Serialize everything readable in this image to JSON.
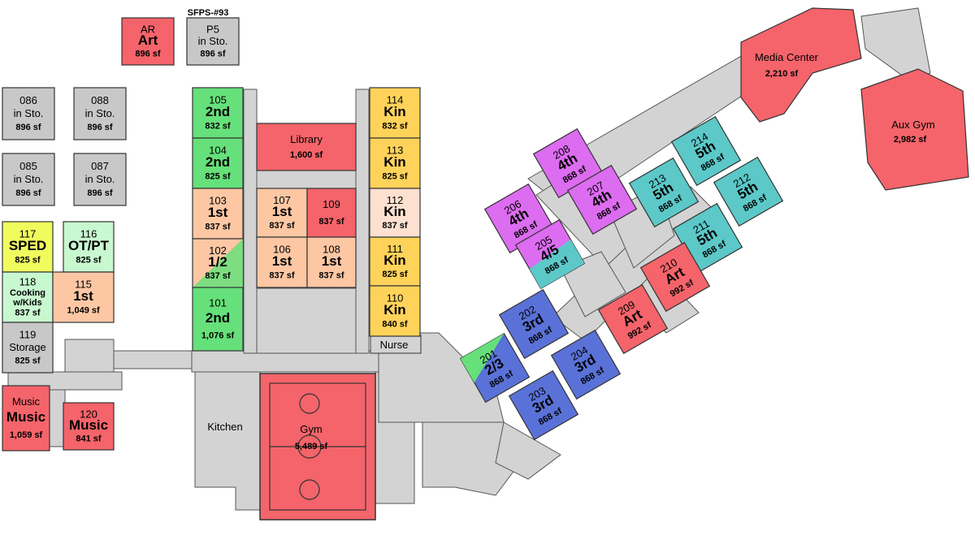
{
  "colors": {
    "red": "#f4646a",
    "gray": "#c8c8c8",
    "green": "#66e07a",
    "peach": "#fdc7a4",
    "yellow": "#ffd35a",
    "lightpink": "#fde0d0",
    "purple": "#dc6cf0",
    "teal": "#5cc8c8",
    "blue": "#5a72d8",
    "lime": "#f0fc5e",
    "mint": "#c8f8d0",
    "hallway": "#d3d3d3"
  },
  "labels": {
    "sfps": "SFPS-#93",
    "gym_name": "Gym",
    "gym_sf": "5,489 sf",
    "kitchen": "Kitchen",
    "nurse": "Nurse",
    "library_name": "Library",
    "library_sf": "1,600 sf",
    "media_name": "Media Center",
    "media_sf": "2,210 sf",
    "auxgym_name": "Aux Gym",
    "auxgym_sf": "2,982 sf"
  },
  "rooms": [
    {
      "num": "AR",
      "name": "Art",
      "sf": "896 sf",
      "color": "red"
    },
    {
      "num": "P5",
      "name": "in Sto.",
      "sf": "896 sf",
      "color": "gray"
    },
    {
      "num": "086",
      "name": "in Sto.",
      "sf": "896 sf",
      "color": "gray"
    },
    {
      "num": "088",
      "name": "in Sto.",
      "sf": "896 sf",
      "color": "gray"
    },
    {
      "num": "085",
      "name": "in Sto.",
      "sf": "896 sf",
      "color": "gray"
    },
    {
      "num": "087",
      "name": "in Sto.",
      "sf": "896 sf",
      "color": "gray"
    },
    {
      "num": "117",
      "name": "SPED",
      "sf": "825 sf",
      "color": "lime"
    },
    {
      "num": "116",
      "name": "OT/PT",
      "sf": "825 sf",
      "color": "mint"
    },
    {
      "num": "118",
      "name": "Cooking w/Kids",
      "sf": "837 sf",
      "color": "mint"
    },
    {
      "num": "115",
      "name": "1st",
      "sf": "1,049 sf",
      "color": "peach"
    },
    {
      "num": "119",
      "name": "Storage",
      "sf": "825 sf",
      "color": "gray"
    },
    {
      "num": "Music",
      "name": "Music",
      "sf": "1,059 sf",
      "color": "red"
    },
    {
      "num": "120",
      "name": "Music",
      "sf": "841 sf",
      "color": "red"
    },
    {
      "num": "105",
      "name": "2nd",
      "sf": "832 sf",
      "color": "green"
    },
    {
      "num": "104",
      "name": "2nd",
      "sf": "825 sf",
      "color": "green"
    },
    {
      "num": "103",
      "name": "1st",
      "sf": "837 sf",
      "color": "peach"
    },
    {
      "num": "102",
      "name": "1/2",
      "sf": "837 sf",
      "color": "peach"
    },
    {
      "num": "101",
      "name": "2nd",
      "sf": "1,076 sf",
      "color": "green"
    },
    {
      "num": "107",
      "name": "1st",
      "sf": "837 sf",
      "color": "peach"
    },
    {
      "num": "109",
      "name": "",
      "sf": "837 sf",
      "color": "red"
    },
    {
      "num": "106",
      "name": "1st",
      "sf": "837 sf",
      "color": "peach"
    },
    {
      "num": "108",
      "name": "1st",
      "sf": "837 sf",
      "color": "peach"
    },
    {
      "num": "114",
      "name": "Kin",
      "sf": "832 sf",
      "color": "yellow"
    },
    {
      "num": "113",
      "name": "Kin",
      "sf": "825 sf",
      "color": "yellow"
    },
    {
      "num": "112",
      "name": "Kin",
      "sf": "837 sf",
      "color": "lightpink"
    },
    {
      "num": "111",
      "name": "Kin",
      "sf": "825 sf",
      "color": "yellow"
    },
    {
      "num": "110",
      "name": "Kin",
      "sf": "840 sf",
      "color": "yellow"
    },
    {
      "num": "208",
      "name": "4th",
      "sf": "868 sf",
      "color": "purple"
    },
    {
      "num": "206",
      "name": "4th",
      "sf": "868 sf",
      "color": "purple"
    },
    {
      "num": "207",
      "name": "4th",
      "sf": "868 sf",
      "color": "purple"
    },
    {
      "num": "205",
      "name": "4/5",
      "sf": "868 sf",
      "color": "purple"
    },
    {
      "num": "214",
      "name": "5th",
      "sf": "868 sf",
      "color": "teal"
    },
    {
      "num": "213",
      "name": "5th",
      "sf": "868 sf",
      "color": "teal"
    },
    {
      "num": "212",
      "name": "5th",
      "sf": "868 sf",
      "color": "teal"
    },
    {
      "num": "211",
      "name": "5th",
      "sf": "868 sf",
      "color": "teal"
    },
    {
      "num": "210",
      "name": "Art",
      "sf": "992 sf",
      "color": "red"
    },
    {
      "num": "209",
      "name": "Art",
      "sf": "992 sf",
      "color": "red"
    },
    {
      "num": "202",
      "name": "3rd",
      "sf": "868 sf",
      "color": "blue"
    },
    {
      "num": "201",
      "name": "2/3",
      "sf": "868 sf",
      "color": "blue"
    },
    {
      "num": "204",
      "name": "3rd",
      "sf": "868 sf",
      "color": "blue"
    },
    {
      "num": "203",
      "name": "3rd",
      "sf": "868 sf",
      "color": "blue"
    }
  ]
}
